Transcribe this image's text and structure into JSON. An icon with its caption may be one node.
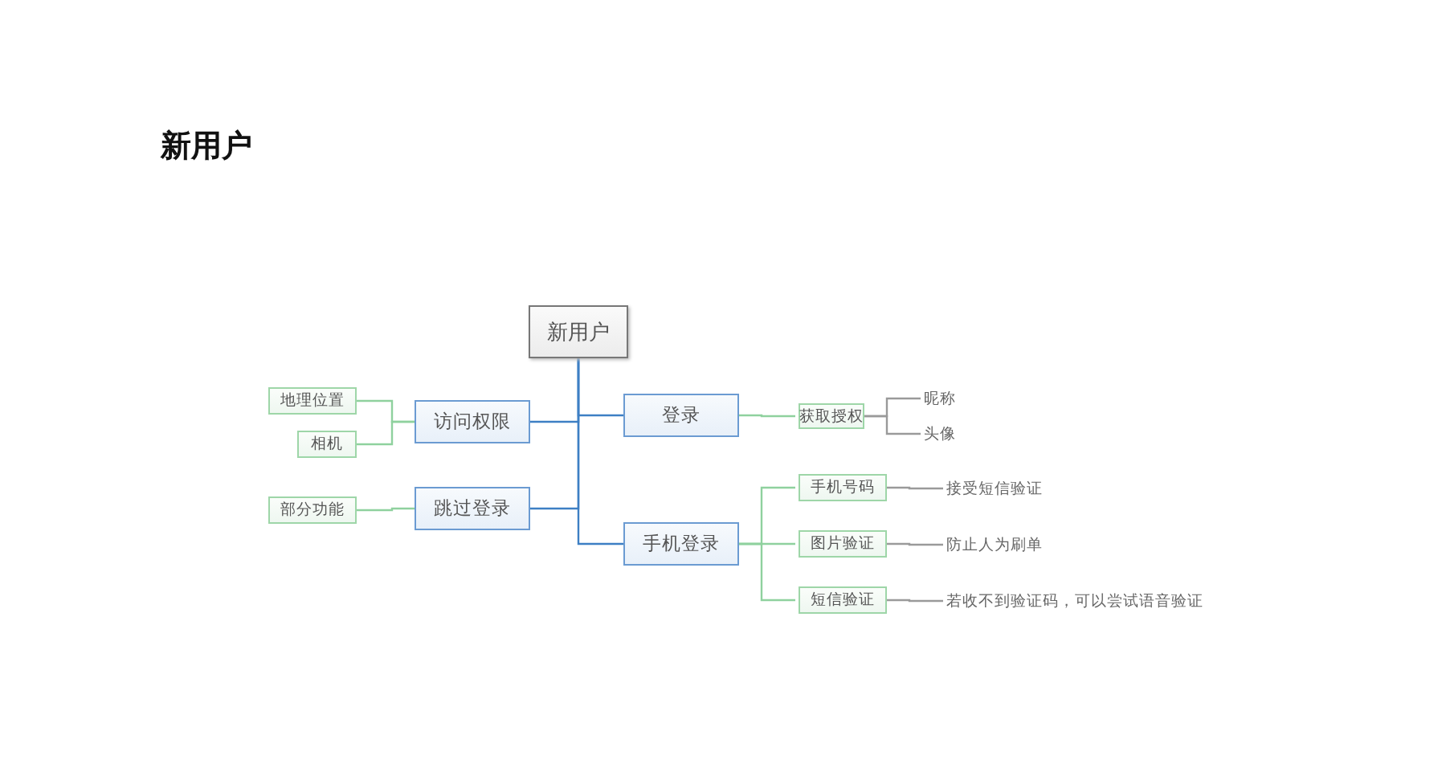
{
  "diagram": {
    "title": "新用户",
    "nodes": [
      {
        "text": [
          "新用户"
        ]
      },
      {
        "text": [
          "访问权限"
        ]
      },
      {
        "text": [
          "跳过登录"
        ]
      },
      {
        "text": [
          "登录"
        ]
      },
      {
        "text": [
          "手机登录"
        ]
      },
      {
        "text": [
          "地理位置"
        ]
      },
      {
        "text": [
          "相机"
        ]
      },
      {
        "text": [
          "部分功能"
        ]
      },
      {
        "text": [
          "获取授权"
        ]
      },
      {
        "text": [
          "昵称"
        ]
      },
      {
        "text": [
          "头像"
        ]
      },
      {
        "text": [
          "手机号码"
        ]
      },
      {
        "text": [
          "图片验证"
        ]
      },
      {
        "text": [
          "短信验证"
        ]
      },
      {
        "text": [
          "接受短信验证"
        ]
      },
      {
        "text": [
          "防止人为刷单"
        ]
      },
      {
        "text": [
          "若收不到验证码，可以尝试语音验证"
        ]
      }
    ],
    "edges": [
      {
        "from": 0,
        "to": 1,
        "arrow": "none",
        "color": "#3d7fc4"
      },
      {
        "from": 0,
        "to": 2,
        "arrow": "none",
        "color": "#3d7fc4"
      },
      {
        "from": 0,
        "to": 3,
        "arrow": "none",
        "color": "#3d7fc4"
      },
      {
        "from": 0,
        "to": 4,
        "arrow": "none",
        "color": "#3d7fc4"
      },
      {
        "from": 1,
        "to": 5,
        "arrow": "none"
      },
      {
        "from": 1,
        "to": 6,
        "arrow": "none"
      },
      {
        "from": 2,
        "to": 7,
        "arrow": "none"
      },
      {
        "from": 3,
        "to": 8,
        "arrow": "none"
      },
      {
        "from": 4,
        "to": 11,
        "arrow": "none"
      },
      {
        "from": 4,
        "to": 12,
        "arrow": "none"
      },
      {
        "from": 4,
        "to": 13,
        "arrow": "none"
      },
      {
        "from": 8,
        "to": 9,
        "arrow": "none",
        "color": "#9a9a9a"
      },
      {
        "from": 8,
        "to": 10,
        "arrow": "none",
        "color": "#9a9a9a"
      },
      {
        "from": 11,
        "to": 14,
        "arrow": "none",
        "color": "#9a9a9a"
      },
      {
        "from": 12,
        "to": 15,
        "arrow": "none",
        "color": "#9a9a9a"
      },
      {
        "from": 13,
        "to": 16,
        "arrow": "none",
        "color": "#9a9a9a"
      }
    ]
  }
}
